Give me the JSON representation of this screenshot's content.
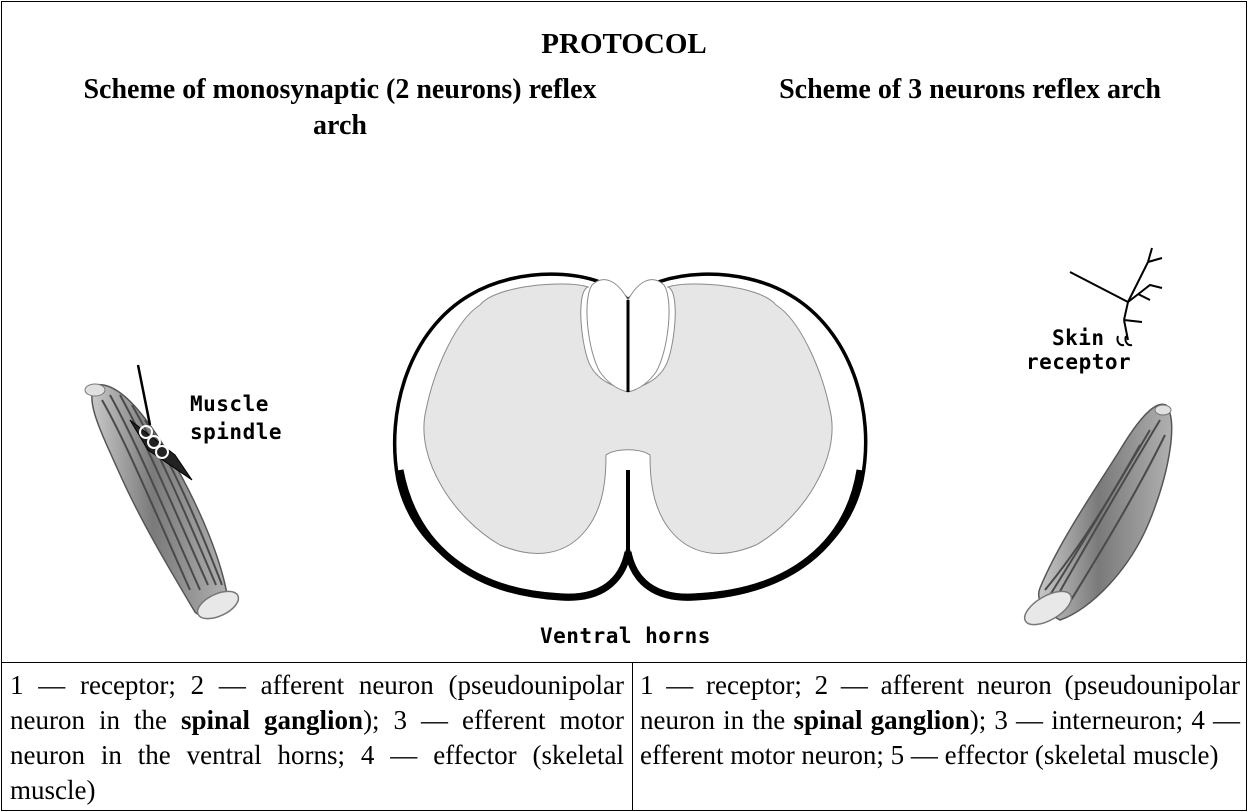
{
  "protocol": {
    "title": "PROTOCOL",
    "left_heading": "Scheme of monosynaptic (2 neurons) reflex arch",
    "right_heading": "Scheme of 3 neurons reflex arch"
  },
  "labels": {
    "muscle_spindle_line1": "Muscle",
    "muscle_spindle_line2": "spindle",
    "skin_receptor_line1": "Skin",
    "skin_receptor_line2": "receptor",
    "ventral_horns": "Ventral horns"
  },
  "captions": {
    "left": {
      "p1": "1 — receptor; 2 — afferent neuron (pseudounipolar neuron in the ",
      "b1": "spinal ganglion",
      "p2": "); 3 — efferent motor neuron in the ventral horns; 4 — effector (skeletal muscle)"
    },
    "right": {
      "p1": "1 — receptor; 2 — afferent neuron (pseudounipolar neuron in the ",
      "b1": "spinal ganglion",
      "p2": "); 3 — interneuron; 4 — efferent motor neuron; 5 — effector (skeletal muscle)"
    }
  },
  "colors": {
    "gray_matter": "#e6e6e6",
    "muscle_fill": "#8c8c8c",
    "outline": "#000000"
  },
  "icons": [
    "spinal-cord-cross-section",
    "skeletal-muscle",
    "muscle-spindle-coil",
    "skin-receptor-nerve-ending"
  ]
}
